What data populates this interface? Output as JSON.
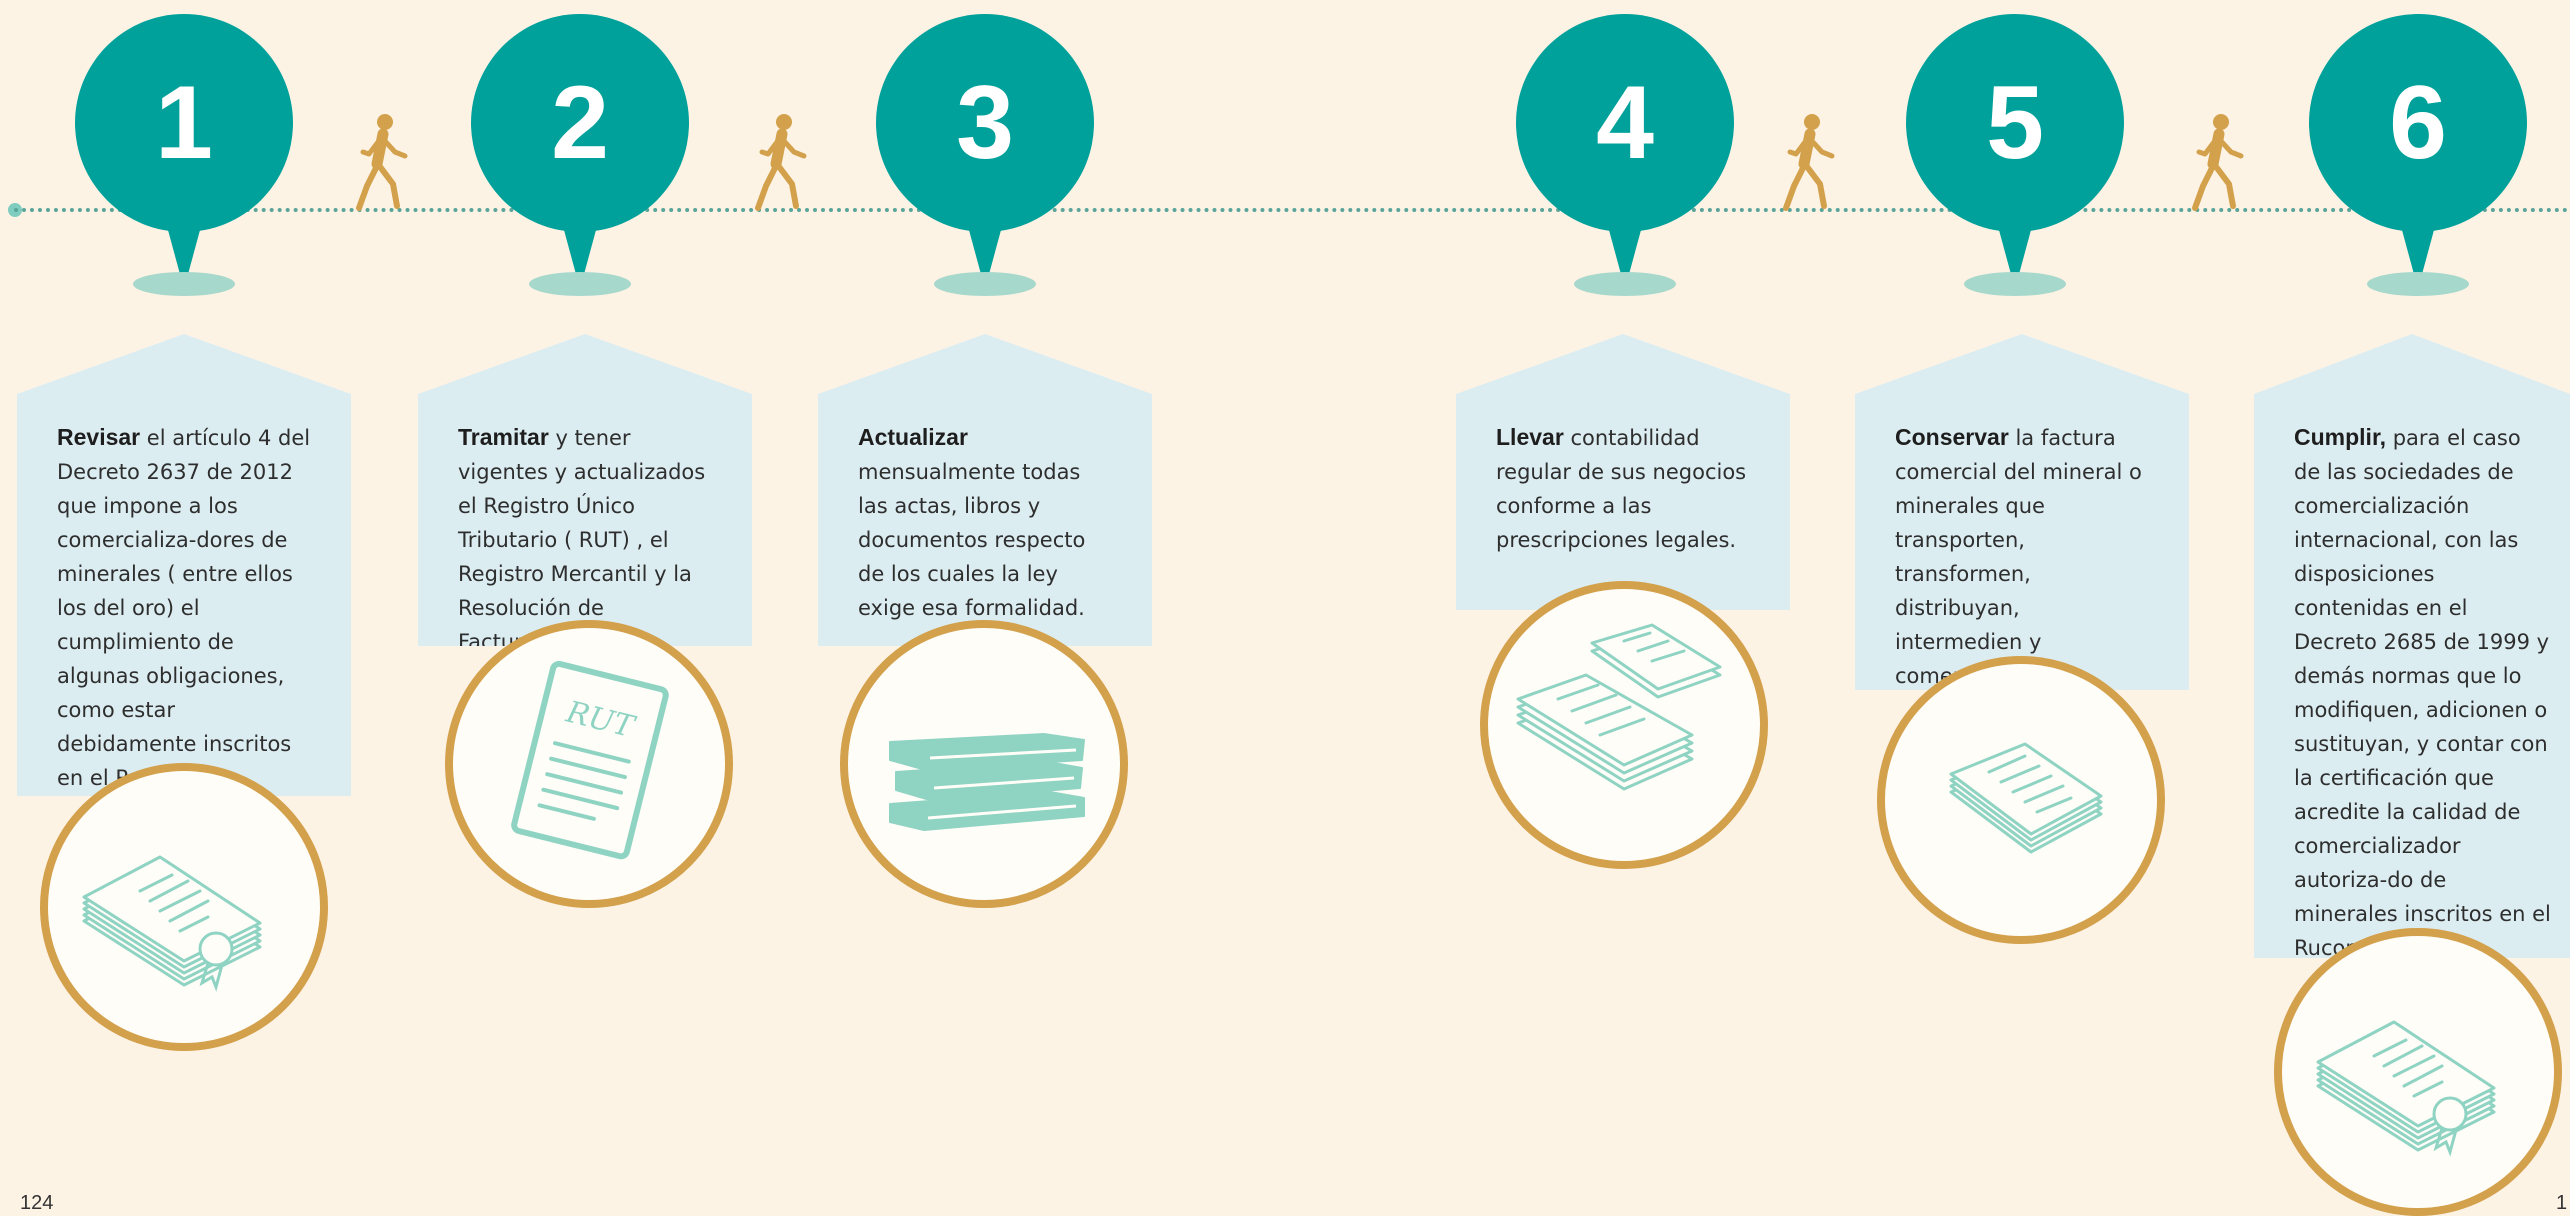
{
  "steps": [
    {
      "number": "1",
      "action": "Revisar",
      "text": " el artículo 4 del Decreto 2637 de 2012 que impone a los comercializa-dores de minerales ( entre ellos los del oro)  el cumplimiento de algunas obligaciones, como estar debidamente inscritos en el Rucom.",
      "icon": "certificate-icon"
    },
    {
      "number": "2",
      "action": "Tramitar",
      "text": " y tener vigentes y actualizados el Registro Único Tributario ( RUT) , el Registro Mercantil y la Resolución de Facturación.",
      "icon": "rut-document-icon",
      "icon_label": "RUT"
    },
    {
      "number": "3",
      "action": "Actualizar",
      "text": " mensualmente todas las actas, libros y documentos respecto de los cuales la ley exige esa formalidad.",
      "icon": "books-stack-icon"
    },
    {
      "number": "4",
      "action": "Llevar",
      "text": " contabilidad regular de sus negocios conforme a las prescripciones legales.",
      "icon": "open-ledger-icon"
    },
    {
      "number": "5",
      "action": "Conservar",
      "text": " la factura comercial del mineral o minerales que transporten, transformen, distribuyan, intermedien y comercialicen.",
      "icon": "invoice-stack-icon"
    },
    {
      "number": "6",
      "action": "Cumplir,",
      "text": " para el caso de las sociedades de comercialización internacional, con las disposiciones contenidas en el Decreto 2685 de 1999 y demás normas que lo modifiquen, adicionen o sustituyan, y contar con la certificación que acredite la calidad de comercializador autoriza-do de minerales inscritos en el Rucom.",
      "icon": "certificate-icon"
    }
  ],
  "page_numbers": {
    "left": "124",
    "right": "1"
  },
  "colors": {
    "background": "#fdf3e5",
    "pin": "#00a19a",
    "card": "#dcedf2",
    "medal_ring": "#d3a04b",
    "icon_line": "#8fd3c3",
    "walker": "#d3a04b"
  }
}
